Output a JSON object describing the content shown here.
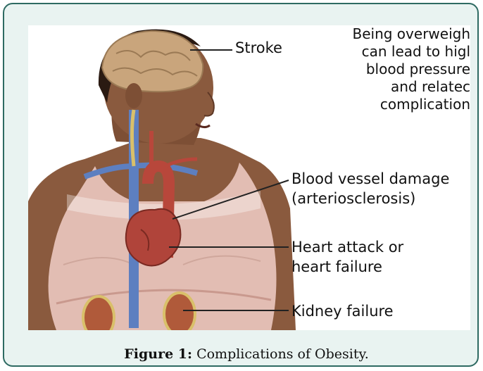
{
  "figure": {
    "label_stroke": "Stroke",
    "note_lines": [
      "Being overweigh",
      "can lead to higl",
      "blood pressure",
      "and relatec",
      "complication"
    ],
    "label_vessel_1": "Blood vessel damage",
    "label_vessel_2": "(arteriosclerosis)",
    "label_heart_1": "Heart attack or",
    "label_heart_2": "heart failure",
    "label_kidney": "Kidney failure"
  },
  "caption": {
    "prefix": "Figure 1:",
    "text": " Complications of Obesity."
  },
  "colors": {
    "frame_border": "#2e6a62",
    "frame_fill": "#e9f3f1",
    "skin": "#8a5a3e",
    "top_fabric": "#e2bdb3",
    "vessel_blue": "#5d7fc0",
    "artery_red": "#b8473b",
    "brain": "#c9a57c"
  }
}
